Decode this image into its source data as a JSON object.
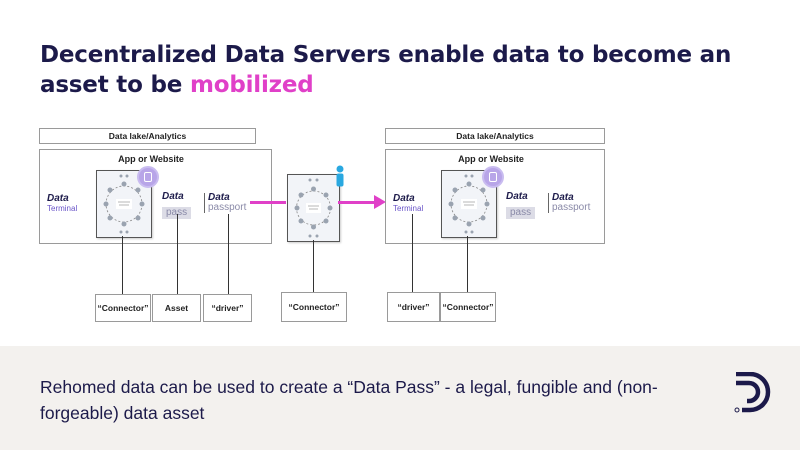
{
  "title": {
    "prefix": "Decentralized Data Servers enable data to become an asset to be ",
    "accent": "mobilized"
  },
  "colors": {
    "navy": "#1c1a4a",
    "accent": "#e040c8",
    "footer_bg": "#f3f1ee",
    "person": "#29a8e0"
  },
  "left_group": {
    "bar": "Data lake/Analytics",
    "panel_label": "App or Website",
    "logos": {
      "terminal": [
        "Data",
        "Terminal"
      ],
      "pass": [
        "Data",
        "pass"
      ],
      "passport": [
        "Data",
        "passport"
      ]
    },
    "nodes": [
      "“Connector”",
      "Asset",
      "“driver”"
    ]
  },
  "middle": {
    "node": "“Connector”"
  },
  "right_group": {
    "bar": "Data lake/Analytics",
    "panel_label": "App or Website",
    "logos": {
      "terminal": [
        "Data",
        "Terminal"
      ],
      "pass": [
        "Data",
        "pass"
      ],
      "passport": [
        "Data",
        "passport"
      ]
    },
    "nodes": [
      "“driver”",
      "“Connector”"
    ]
  },
  "icons": [
    "lock-icon",
    "person-icon",
    "arrow-icon",
    "brand-logo-icon"
  ],
  "footer": {
    "text": "Rehomed data can be used to create a “Data Pass” - a legal, fungible and (non-forgeable) data asset"
  }
}
